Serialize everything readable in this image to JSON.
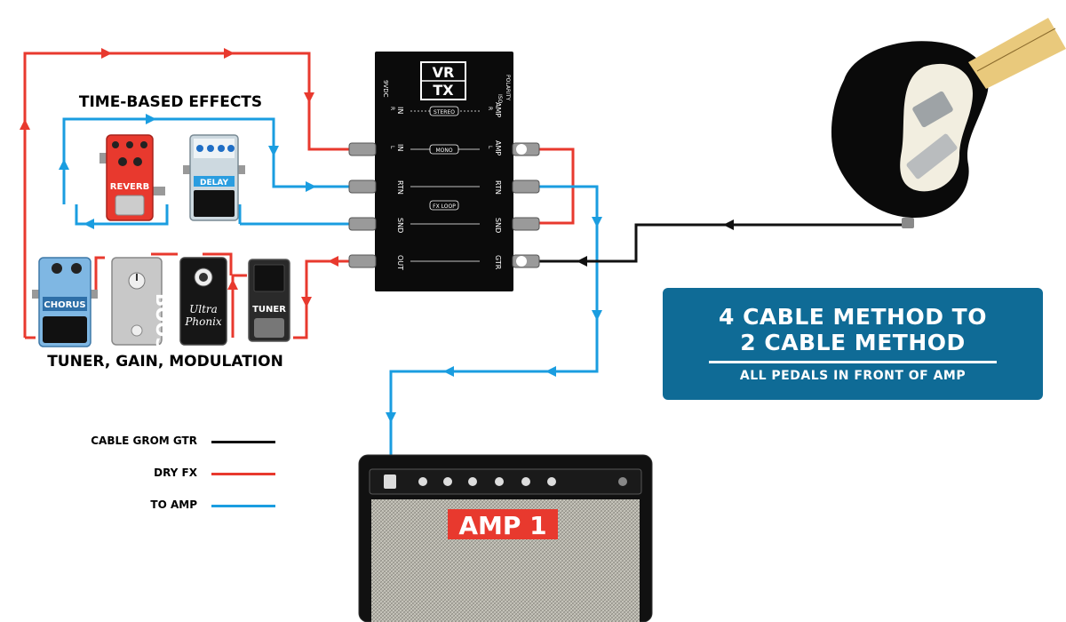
{
  "unit": {
    "logo_top": "VR",
    "logo_bottom": "TX",
    "left_labels": [
      "IN",
      "IN",
      "RTN",
      "SND",
      "OUT"
    ],
    "right_labels": [
      "AMP",
      "AMP",
      "RTN",
      "SND",
      "GTR"
    ],
    "channel_letters": [
      "R",
      "L"
    ],
    "stereo_label": "STEREO",
    "mono_label": "MONO",
    "fxloop_label": "FX LOOP",
    "dc_label": "9VDC",
    "polarity_label": "POLARITY",
    "iso_label": "ISO"
  },
  "groups": {
    "time_based": "TIME-BASED EFFECTS",
    "tuner_gain_mod": "TUNER, GAIN, MODULATION"
  },
  "pedals": {
    "reverb": "REVERB",
    "delay": "DELAY",
    "chorus": "CHORUS",
    "boost": "BOOST",
    "ultra_line1": "Ultra",
    "ultra_line2": "Phonix",
    "tuner": "TUNER"
  },
  "amp": {
    "label": "AMP 1"
  },
  "panel": {
    "line1": "4 CABLE METHOD TO",
    "line2": "2 CABLE METHOD",
    "subtitle": "ALL PEDALS IN FRONT OF AMP"
  },
  "legend": [
    {
      "label": "CABLE GROM GTR",
      "color": "#111111"
    },
    {
      "label": "DRY FX",
      "color": "#e8392e"
    },
    {
      "label": "TO AMP",
      "color": "#1a9de0"
    }
  ],
  "colors": {
    "red": "#e8392e",
    "blue": "#1a9de0",
    "black": "#111111",
    "panel": "#0f6b96"
  }
}
